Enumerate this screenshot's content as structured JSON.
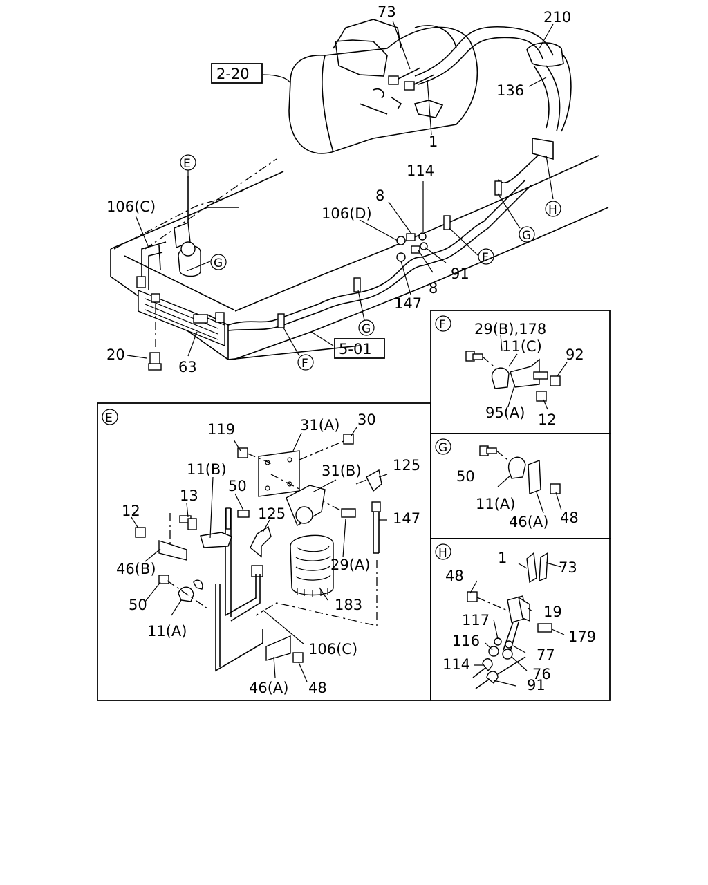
{
  "main_callouts": {
    "c73": "73",
    "c210": "210",
    "c2_20": "2-20",
    "c136": "136",
    "c1": "1",
    "c114": "114",
    "c106c": "106(C)",
    "c8a": "8",
    "c106d": "106(D)",
    "c91": "91",
    "c8b": "8",
    "c147": "147",
    "c20": "20",
    "c63": "63",
    "c5_01": "5-01"
  },
  "main_markers": {
    "e": "E",
    "g1": "G",
    "h": "H",
    "g2": "G",
    "f1": "F",
    "g3": "G",
    "f2": "F"
  },
  "panel_e": {
    "marker": "E",
    "labels": {
      "l119": "119",
      "l31a": "31(A)",
      "l30": "30",
      "l11b": "11(B)",
      "l31b": "31(B)",
      "l125a": "125",
      "l50a": "50",
      "l13": "13",
      "l12": "12",
      "l125b": "125",
      "l147": "147",
      "l29a": "29(A)",
      "l46b": "46(B)",
      "l183": "183",
      "l50b": "50",
      "l11a": "11(A)",
      "l106c": "106(C)",
      "l46a": "46(A)",
      "l48": "48"
    }
  },
  "panel_f": {
    "marker": "F",
    "labels": {
      "l29b": "29(B),178",
      "l11c": "11(C)",
      "l92": "92",
      "l95a": "95(A)",
      "l12": "12"
    }
  },
  "panel_g": {
    "marker": "G",
    "labels": {
      "l50": "50",
      "l11a": "11(A)",
      "l46a": "46(A)",
      "l48": "48"
    }
  },
  "panel_h": {
    "marker": "H",
    "labels": {
      "l1": "1",
      "l73": "73",
      "l48": "48",
      "l19": "19",
      "l117": "117",
      "l179": "179",
      "l116": "116",
      "l77": "77",
      "l114": "114",
      "l76": "76",
      "l91": "91"
    }
  }
}
